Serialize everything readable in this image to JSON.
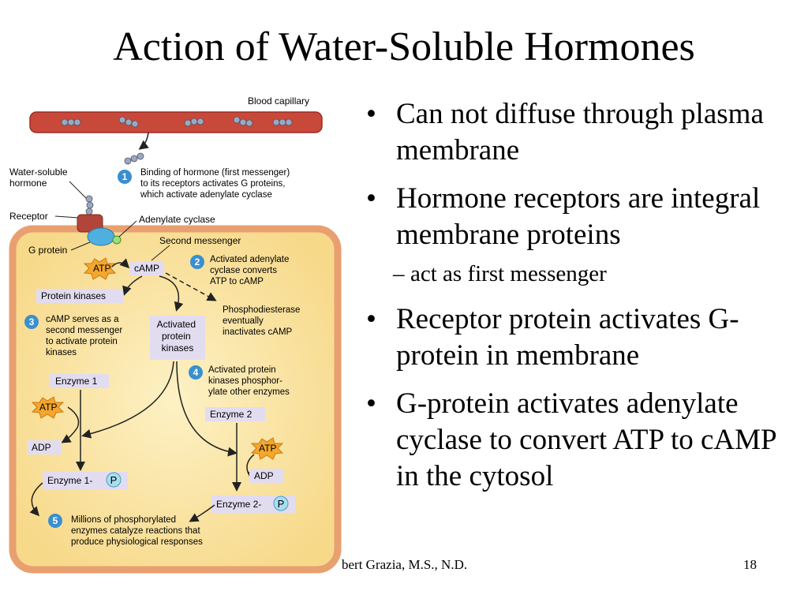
{
  "slide": {
    "title": "Action of Water-Soluble Hormones",
    "bullets": [
      {
        "level": 1,
        "text": "Can not diffuse through plasma membrane"
      },
      {
        "level": 1,
        "text": "Hormone receptors are integral membrane proteins"
      },
      {
        "level": 2,
        "text": "act as first messenger"
      },
      {
        "level": 1,
        "text": "Receptor protein activates G-protein in membrane"
      },
      {
        "level": 1,
        "text": "G-protein activates adenylate cyclase  to convert ATP to cAMP in the cytosol"
      }
    ],
    "footer": {
      "author": "bert Grazia, M.S., N.D.",
      "page_number": "18"
    }
  },
  "diagram": {
    "labels": {
      "blood_capillary": "Blood capillary",
      "water_soluble_hormone": [
        "Water-soluble",
        "hormone"
      ],
      "receptor": "Receptor",
      "g_protein": "G protein",
      "adenylate_cyclase": "Adenylate cyclase",
      "second_messenger": "Second messenger",
      "atp": "ATP",
      "camp": "cAMP",
      "protein_kinases": "Protein kinases",
      "activated_protein_kinases": [
        "Activated",
        "protein",
        "kinases"
      ],
      "phosphodiesterase": [
        "Phosphodiesterase",
        "eventually",
        "inactivates cAMP"
      ],
      "enzyme_1": "Enzyme 1",
      "enzyme_2": "Enzyme 2",
      "adp": "ADP",
      "enzyme_1_p": "Enzyme 1-",
      "enzyme_2_p": "Enzyme 2-",
      "p": "P"
    },
    "steps": [
      {
        "number": "1",
        "lines": [
          "Binding of hormone (first messenger)",
          "to its receptors activates G proteins,",
          "which activate adenylate cyclase"
        ]
      },
      {
        "number": "2",
        "lines": [
          "Activated adenylate",
          "cyclase converts",
          "ATP to cAMP"
        ]
      },
      {
        "number": "3",
        "lines": [
          "cAMP serves as a",
          "second messenger",
          "to activate protein",
          "kinases"
        ]
      },
      {
        "number": "4",
        "lines": [
          "Activated protein",
          "kinases phosphor-",
          "ylate other enzymes"
        ]
      },
      {
        "number": "5",
        "lines": [
          "Millions of phosphorylated",
          "enzymes catalyze reactions that",
          "produce physiological responses"
        ]
      }
    ],
    "colors": {
      "capillary": "#c8483a",
      "cell_border": "#e8a070",
      "cell_fill": "#fbe6a6",
      "step_badge": "#3a8fd0",
      "label_box": "#e2dcf0",
      "atp_burst": "#f4a62e"
    }
  }
}
